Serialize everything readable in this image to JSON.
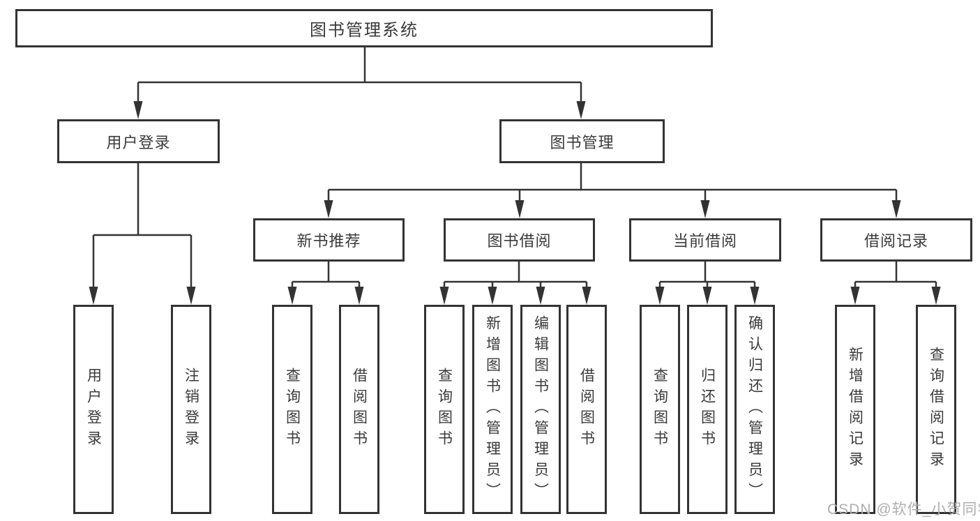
{
  "tree": {
    "root": {
      "label": "图书管理系统"
    },
    "branches": [
      {
        "label": "用户登录",
        "children": [
          {
            "label": "用户登录"
          },
          {
            "label": "注销登录"
          }
        ]
      },
      {
        "label": "图书管理",
        "children": [
          {
            "label": "新书推荐",
            "children": [
              {
                "label": "查询图书"
              },
              {
                "label": "借阅图书"
              }
            ]
          },
          {
            "label": "图书借阅",
            "children": [
              {
                "label": "查询图书"
              },
              {
                "label": "新增图书（管理员）"
              },
              {
                "label": "编辑图书（管理员）"
              },
              {
                "label": "借阅图书"
              }
            ]
          },
          {
            "label": "当前借阅",
            "children": [
              {
                "label": "查询图书"
              },
              {
                "label": "归还图书"
              },
              {
                "label": "确认归还（管理员）"
              }
            ]
          },
          {
            "label": "借阅记录",
            "children": [
              {
                "label": "新增借阅记录"
              },
              {
                "label": "查询借阅记录"
              }
            ]
          }
        ]
      }
    ]
  },
  "watermark": {
    "text": "CSDN @软件_小贺同学"
  },
  "colors": {
    "line": "#333333",
    "text": "#3a3a3a",
    "box_background": "#ffffff",
    "watermark": "#aeaeae",
    "background": "#ffffff"
  }
}
